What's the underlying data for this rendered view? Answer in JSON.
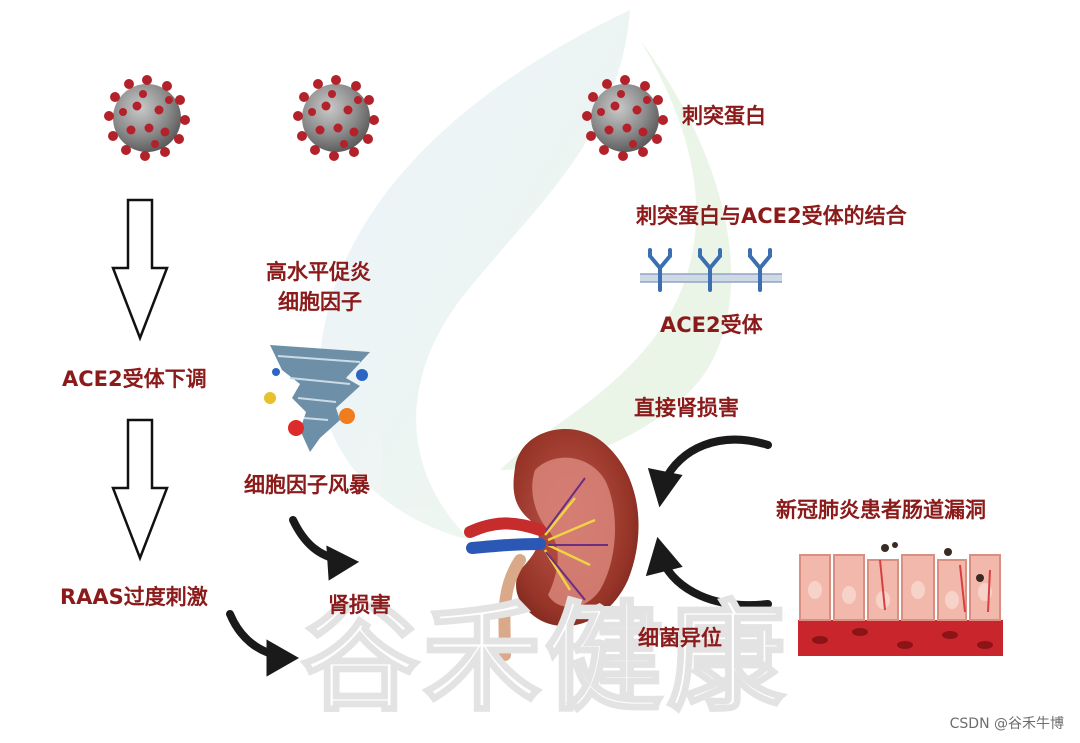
{
  "labels": {
    "spike_protein": "刺突蛋白",
    "spike_binding": "刺突蛋白与ACE2受体的结合",
    "ace2_receptor": "ACE2受体",
    "cytokines_high": "高水平促炎",
    "cytokines_high_2": "细胞因子",
    "cytokine_storm": "细胞因子风暴",
    "ace2_downregulation": "ACE2受体下调",
    "raas": "RAAS过度刺激",
    "kidney_injury": "肾损害",
    "direct_injury": "直接肾损害",
    "gut_leak": "新冠肺炎患者肠道漏洞",
    "bacterial_translocation": "细菌异位"
  },
  "watermark": {
    "text": "谷禾健康"
  },
  "credit": "CSDN @谷禾牛博",
  "colors": {
    "label_red": "#8b1a1a",
    "label_dark": "#1f3a5f",
    "virus_body": "#8a8a8a",
    "virus_spike": "#b3222a",
    "kidney": "#8e3a2c",
    "gut_red": "#c8262c",
    "gut_cell": "#f3b8ac",
    "receptor_blue": "#3b6fb0"
  }
}
